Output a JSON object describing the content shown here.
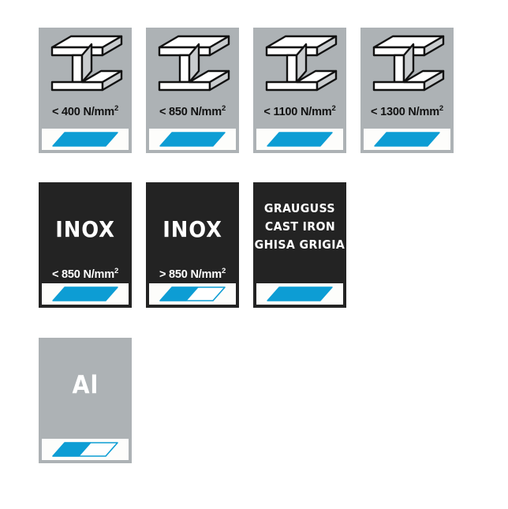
{
  "legend": {
    "accent_color": "#0d9dd4",
    "gray_card_color": "#adb2b5",
    "dark_card_color": "#232323",
    "strip_color": "#fdfdfb",
    "groups": [
      {
        "group_name": "steel-strength-row",
        "cards": [
          {
            "card_name": "card-steel-400",
            "style": "gray",
            "icon": "i-beam-icon",
            "label": "< 400 N/mm",
            "superscript": "2",
            "fill": "full"
          },
          {
            "card_name": "card-steel-850",
            "style": "gray",
            "icon": "i-beam-icon",
            "label": "< 850 N/mm",
            "superscript": "2",
            "fill": "full"
          },
          {
            "card_name": "card-steel-1100",
            "style": "gray",
            "icon": "i-beam-icon",
            "label": "< 1100 N/mm",
            "superscript": "2",
            "fill": "full"
          },
          {
            "card_name": "card-steel-1300",
            "style": "gray",
            "icon": "i-beam-icon",
            "label": "< 1300 N/mm",
            "superscript": "2",
            "fill": "full"
          }
        ]
      },
      {
        "group_name": "special-materials-row",
        "cards": [
          {
            "card_name": "card-inox-under-850",
            "style": "dark",
            "title": "INOX",
            "label": "< 850 N/mm",
            "superscript": "2",
            "fill": "full"
          },
          {
            "card_name": "card-inox-over-850",
            "style": "dark",
            "title": "INOX",
            "label": "> 850 N/mm",
            "superscript": "2",
            "fill": "half"
          },
          {
            "card_name": "card-cast-iron",
            "style": "dark",
            "lines": [
              "GRAUGUSS",
              "CAST IRON",
              "GHISA GRIGIA"
            ],
            "fill": "full"
          }
        ]
      },
      {
        "group_name": "aluminium-row",
        "cards": [
          {
            "card_name": "card-aluminium",
            "style": "gray",
            "title": "Al",
            "fill": "half"
          }
        ]
      }
    ]
  }
}
